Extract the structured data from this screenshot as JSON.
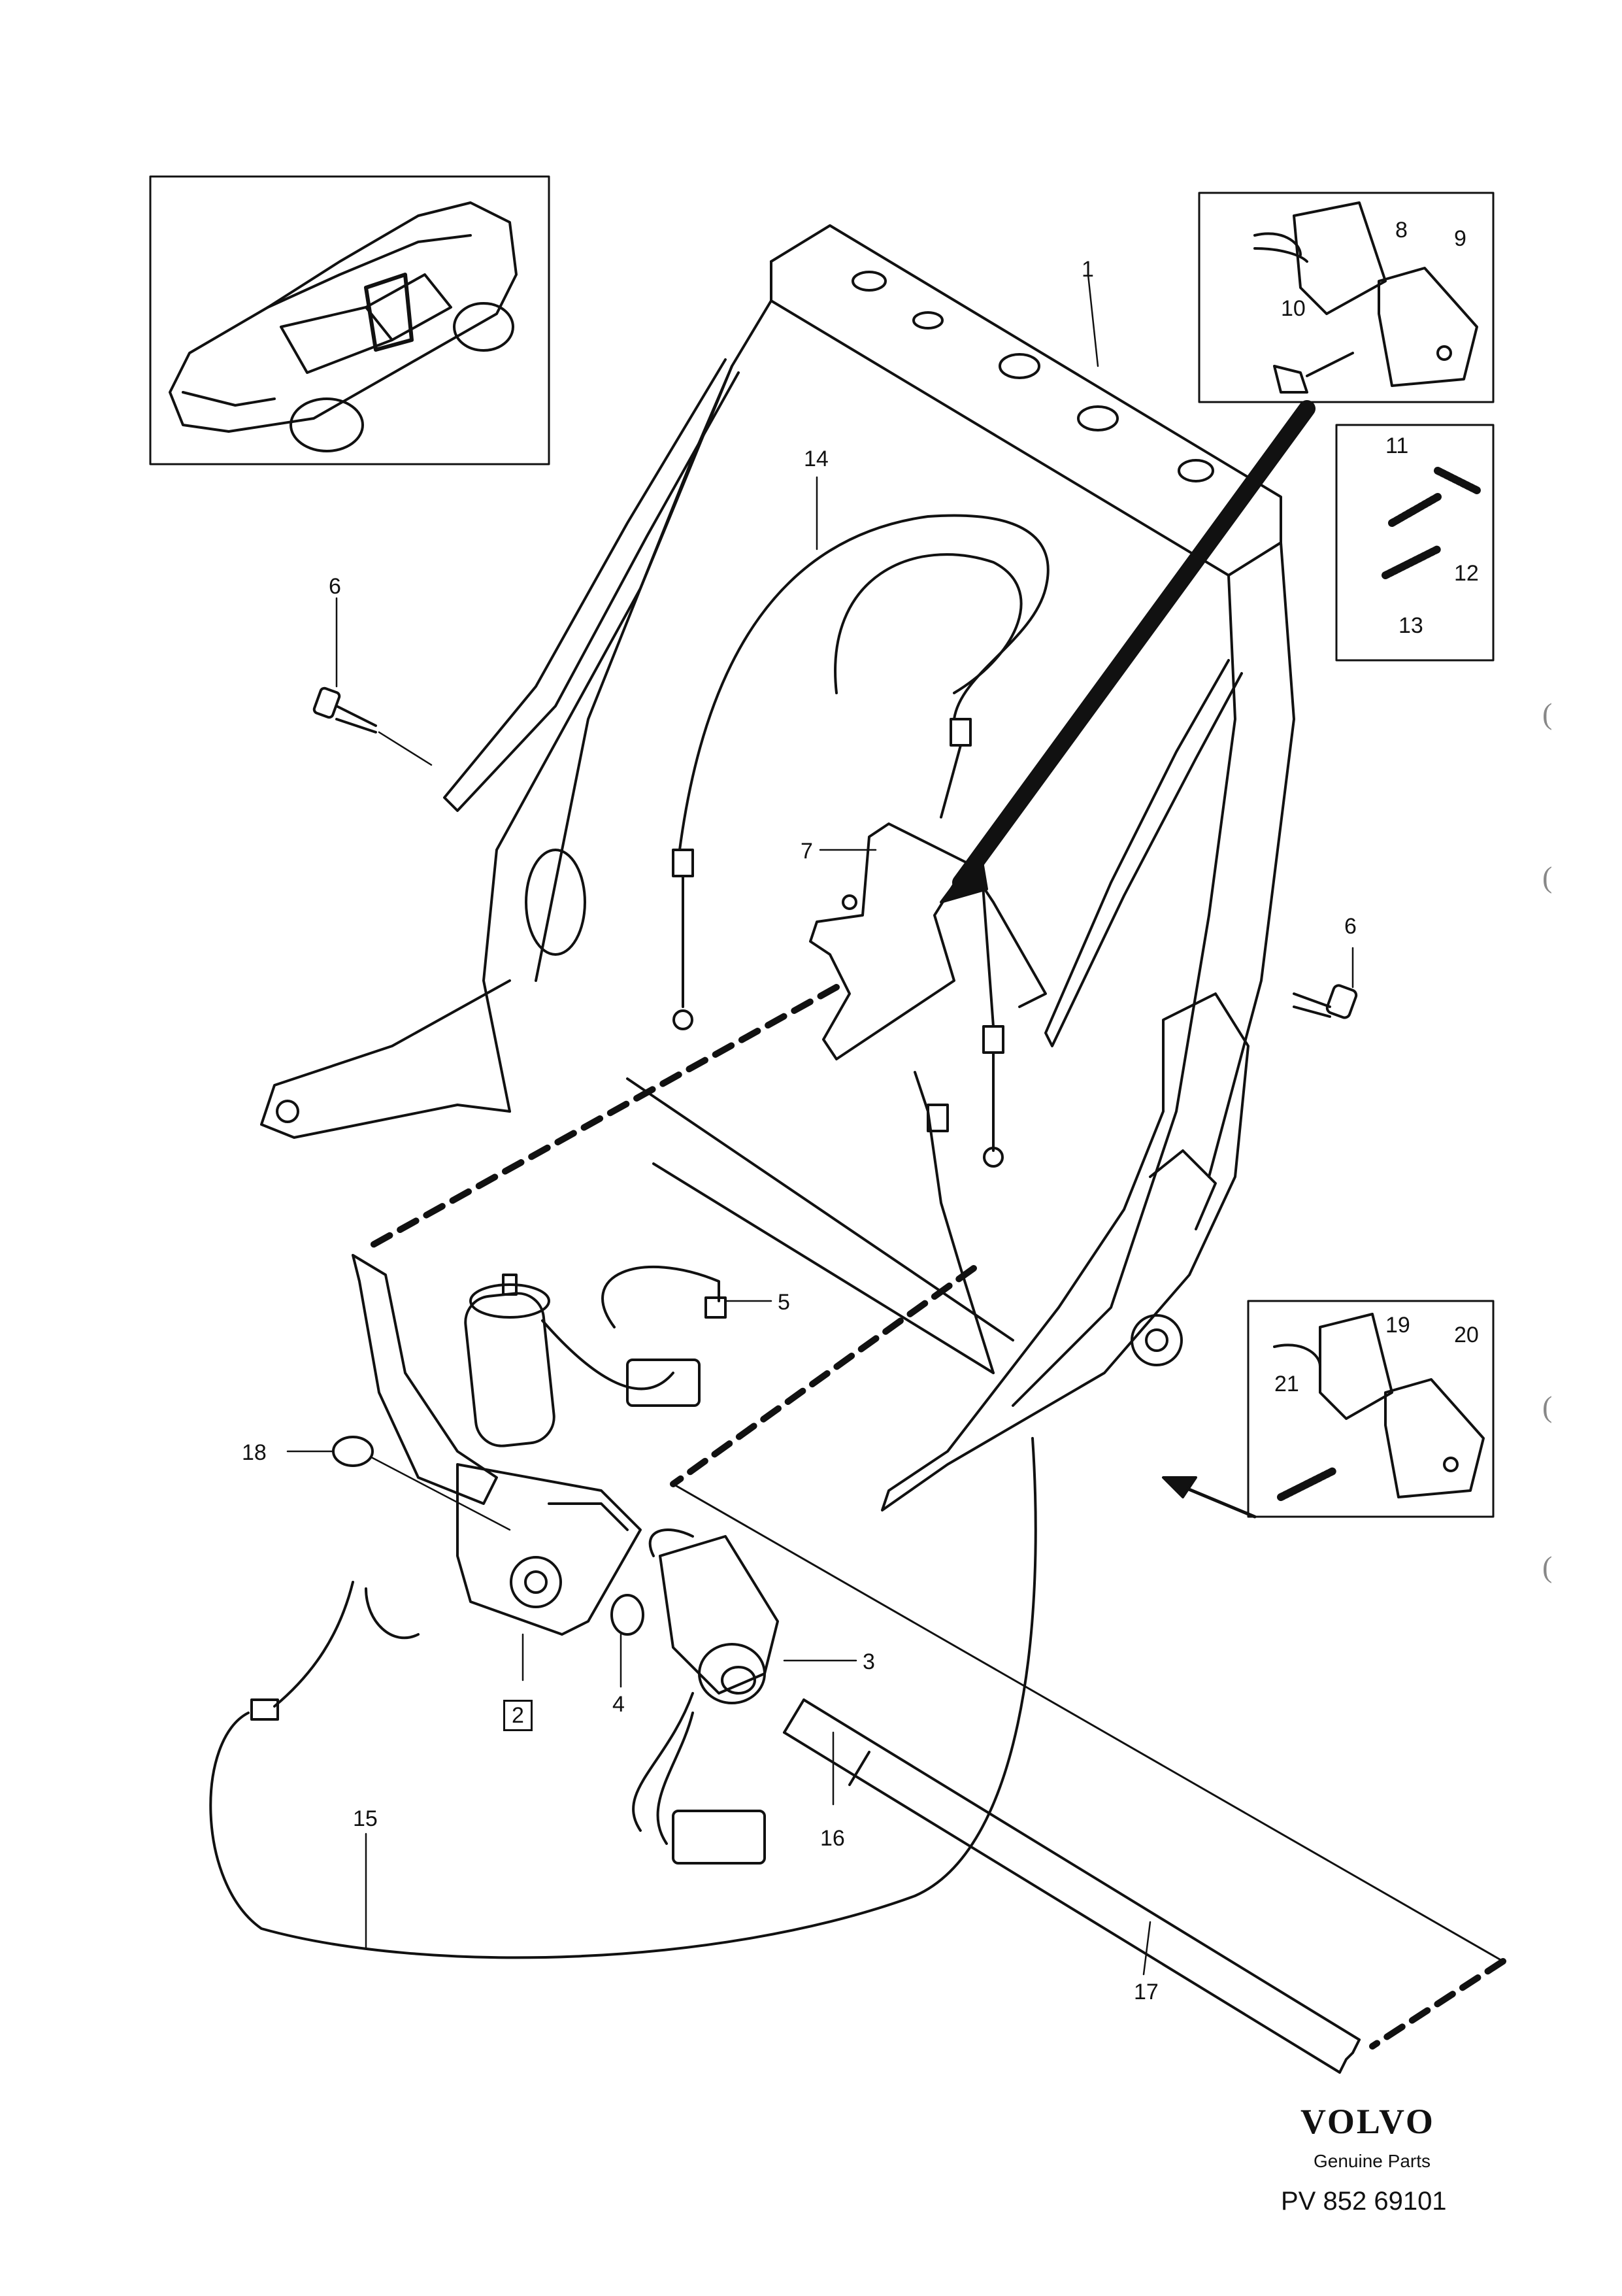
{
  "callouts": {
    "c1": "1",
    "c2": "2",
    "c3": "3",
    "c4": "4",
    "c5": "5",
    "c6a": "6",
    "c6b": "6",
    "c7": "7",
    "c8": "8",
    "c9": "9",
    "c10": "10",
    "c11": "11",
    "c12": "12",
    "c13": "13",
    "c14": "14",
    "c15": "15",
    "c16": "16",
    "c17": "17",
    "c18": "18",
    "c19": "19",
    "c20": "20",
    "c21": "21"
  },
  "brand": {
    "logo": "VOLVO",
    "tagline": "Genuine Parts",
    "code": "PV 852 69101"
  },
  "margin_marks": [
    "(",
    "(",
    "(",
    "("
  ],
  "colors": {
    "line": "#111111",
    "background": "#ffffff"
  }
}
